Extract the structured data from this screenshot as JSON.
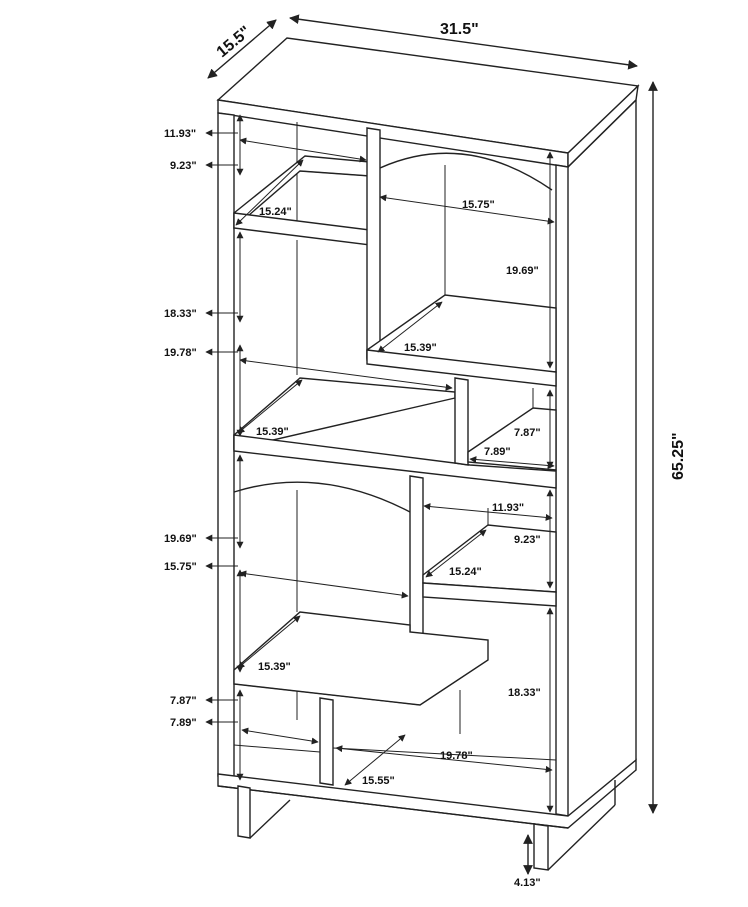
{
  "figure": {
    "dimensions": {
      "overall_width": "31.5\"",
      "overall_depth": "15.5\"",
      "overall_height": "65.25\"",
      "leg_height": "4.13\""
    },
    "left_callouts": [
      "11.93\"",
      "9.23\"",
      "18.33\"",
      "19.78\"",
      "19.69\"",
      "15.75\"",
      "7.87\"",
      "7.89\""
    ],
    "interior_labels": [
      "15.24\"",
      "15.75\"",
      "19.69\"",
      "15.39\"",
      "15.39\"",
      "7.87\"",
      "7.89\"",
      "11.93\"",
      "9.23\"",
      "15.24\"",
      "15.39\"",
      "18.33\"",
      "19.78\"",
      "15.55\""
    ]
  }
}
